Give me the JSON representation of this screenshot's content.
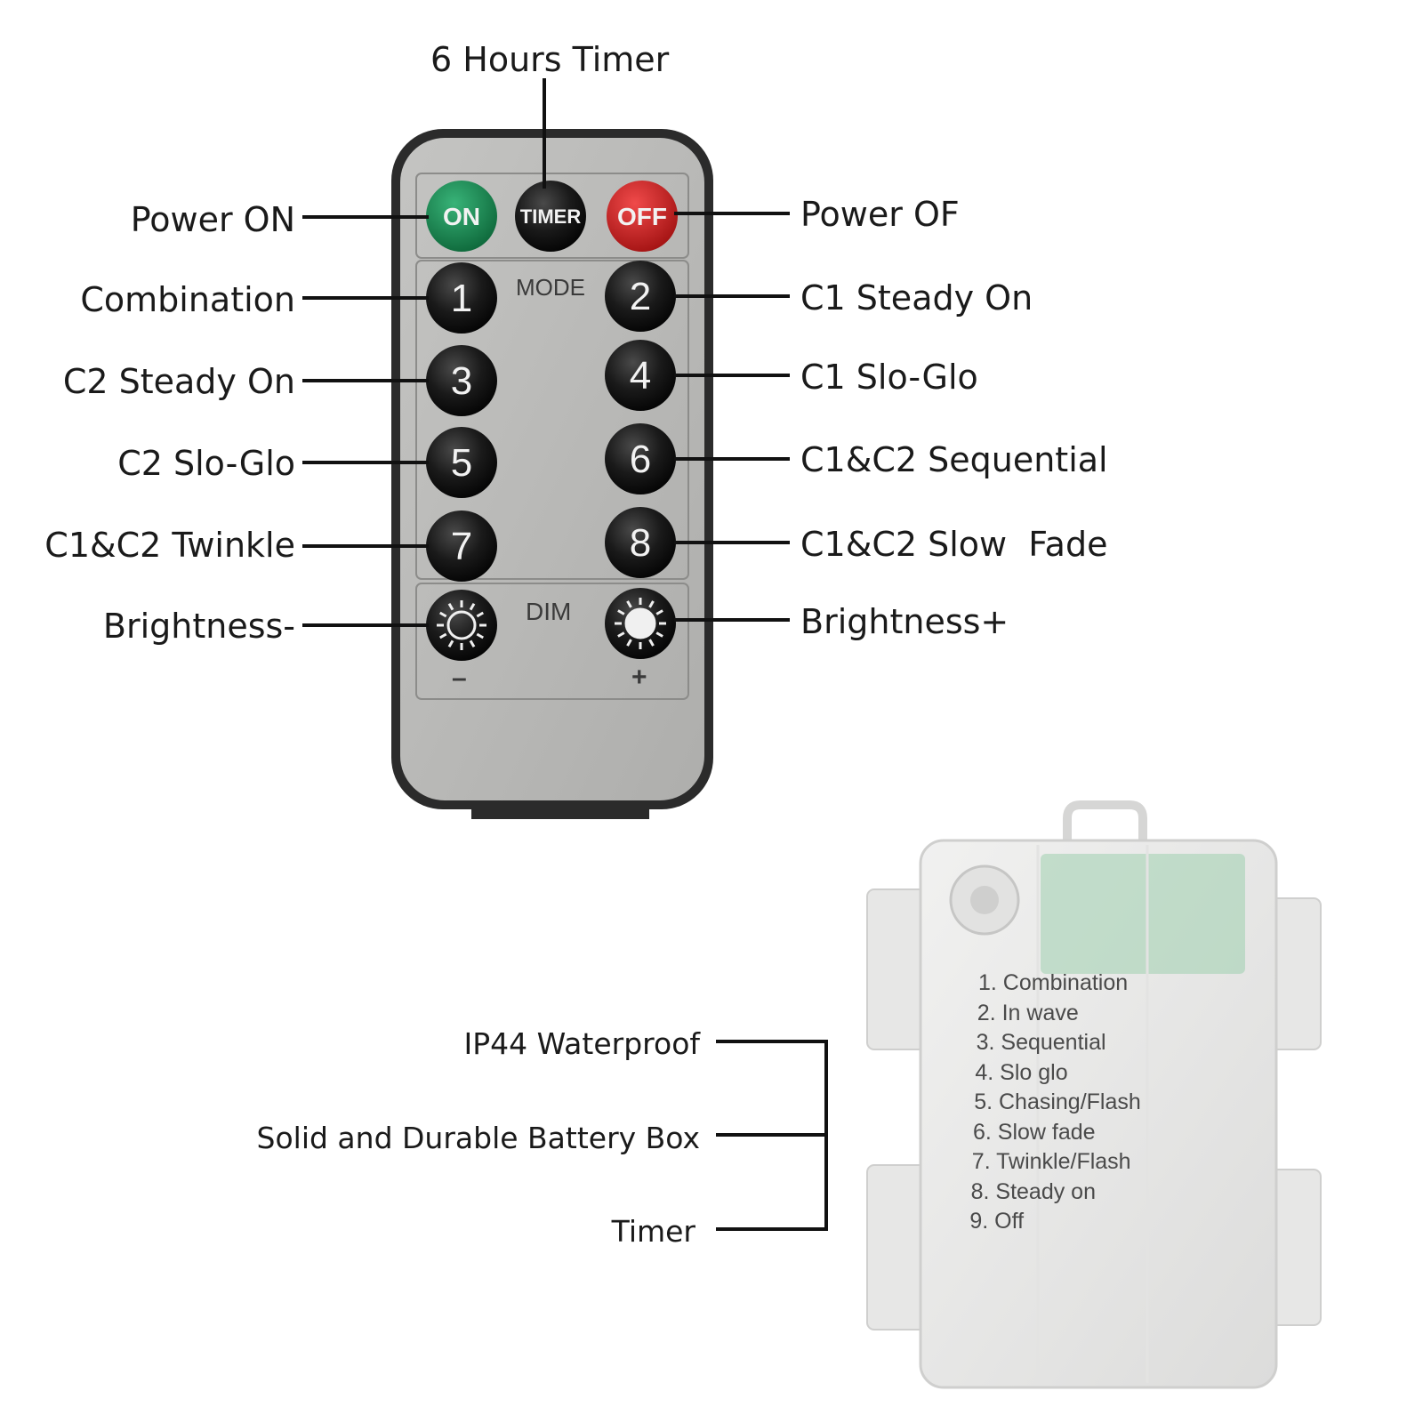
{
  "timer_label": "6 Hours Timer",
  "left_labels": [
    "Power ON",
    "Combination",
    "C2 Steady On",
    "C2 Slo-Glo",
    "C1&C2 Twinkle",
    "Brightness-"
  ],
  "right_labels": [
    "Power OF",
    "C1 Steady On",
    "C1 Slo-Glo",
    "C1&C2 Sequential",
    "C1&C2 Slow  Fade",
    "Brightness+"
  ],
  "remote": {
    "on_button": "ON",
    "timer_button": "TIMER",
    "off_button": "OFF",
    "mode_label": "MODE",
    "dim_label": "DIM",
    "minus_sign": "–",
    "plus_sign": "+",
    "number_buttons": [
      "1",
      "2",
      "3",
      "4",
      "5",
      "6",
      "7",
      "8"
    ],
    "colors": {
      "body": "#b9b9b7",
      "bezel": "#2b2b2b",
      "on": "#1b8a52",
      "off": "#d42222",
      "button": "#1c1c1c"
    }
  },
  "battery_box": {
    "features": [
      "IP44 Waterproof",
      "Solid and Durable Battery Box",
      "Timer"
    ],
    "modes": [
      "1. Combination",
      "2. In wave",
      "3. Sequential",
      "4. Slo glo",
      "5. Chasing/Flash",
      "6. Slow fade",
      "7. Twinkle/Flash",
      "8. Steady on",
      "9. Off"
    ]
  }
}
